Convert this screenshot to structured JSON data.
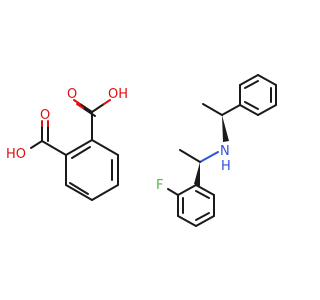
{
  "atoms": {
    "oh_top": "OH",
    "oh_left": "HO",
    "o_top_carbonyl": "O",
    "o_left_carbonyl": "O",
    "nh_n": "N",
    "nh_h": "H",
    "fluorine": "F"
  },
  "colors": {
    "bond": "#1a1a1a",
    "oxygen": "#e01010",
    "nitrogen": "#3050e0",
    "fluorine": "#5ab54a"
  }
}
